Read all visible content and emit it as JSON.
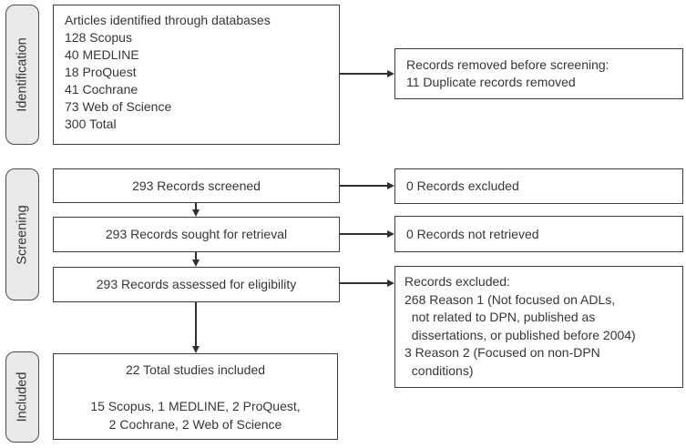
{
  "colors": {
    "background": "#ffffff",
    "box_border": "#3e3e3e",
    "stage_fill": "#e9e9e9",
    "stage_border": "#4b4b4b",
    "text": "#363636",
    "arrow": "#2f2f2f"
  },
  "stages": [
    {
      "id": "identification",
      "label": "Identification"
    },
    {
      "id": "screening",
      "label": "Screening"
    },
    {
      "id": "included",
      "label": "Included"
    }
  ],
  "boxes": {
    "identified": {
      "lines": [
        "Articles identified through databases",
        "128 Scopus",
        "40 MEDLINE",
        "18 ProQuest",
        "41 Cochrane",
        "73 Web of Science",
        "300 Total"
      ]
    },
    "removed_before_screening": {
      "lines": [
        "Records removed before screening:",
        "11 Duplicate records removed"
      ]
    },
    "screened": {
      "text": "293 Records screened"
    },
    "records_excluded_screening": {
      "text": "0 Records excluded"
    },
    "sought": {
      "text": "293 Records sought for retrieval"
    },
    "not_retrieved": {
      "text": "0 Records not retrieved"
    },
    "assessed": {
      "text": "293 Records assessed for eligibility"
    },
    "records_excluded_eligibility": {
      "lines": [
        "Records excluded:",
        "268 Reason 1 (Not focused on ADLs,",
        "  not related to DPN, published as",
        "  dissertations, or published before 2004)",
        "3 Reason 2 (Focused on non-DPN",
        "  conditions)"
      ]
    },
    "included": {
      "lines": [
        "22 Total studies included",
        "",
        "15 Scopus, 1 MEDLINE, 2 ProQuest,",
        "2 Cochrane, 2 Web of Science"
      ]
    }
  }
}
